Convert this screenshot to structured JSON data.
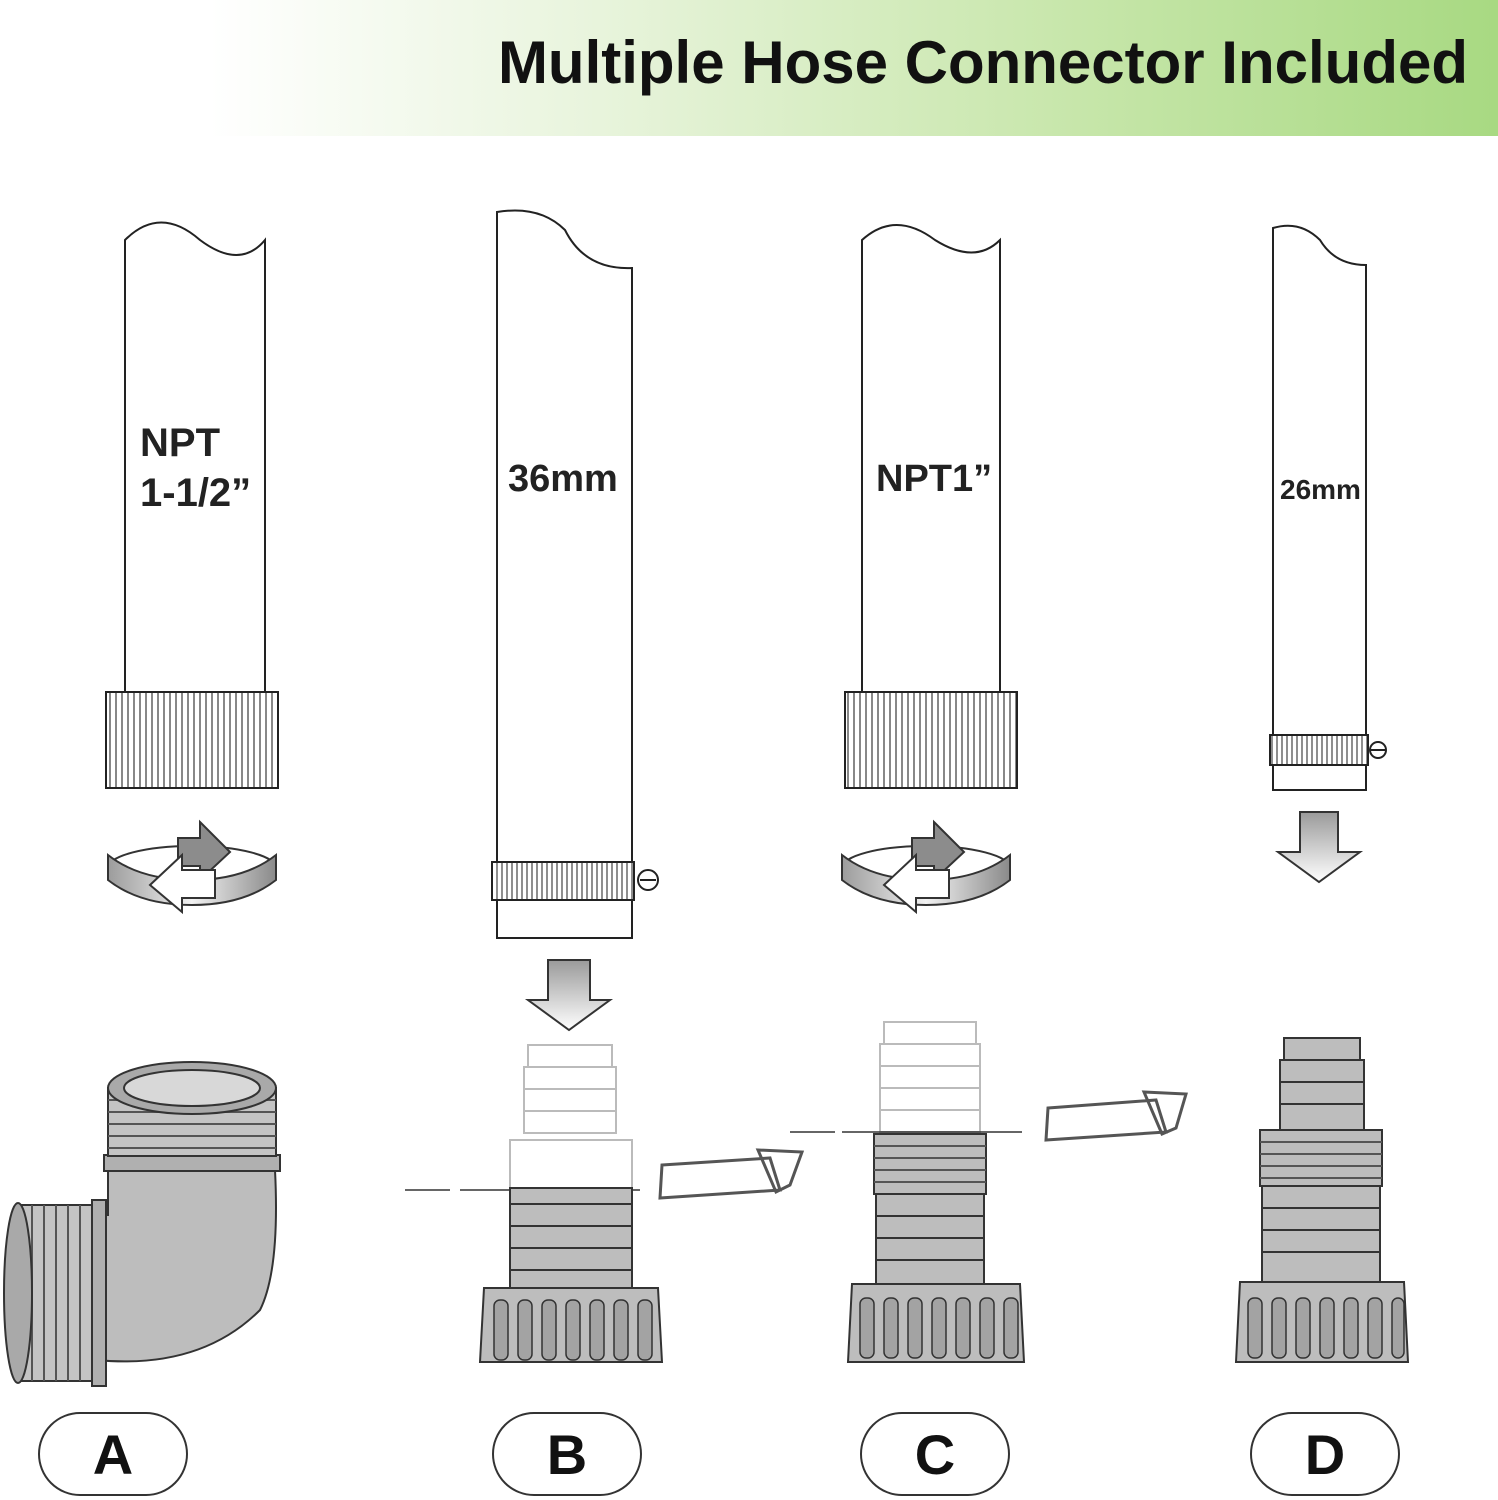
{
  "title": "Multiple Hose Connector Included",
  "hoses": [
    {
      "id": "A",
      "label_line1": "NPT",
      "label_line2": "1-1/2”",
      "fastening": "threaded-collar",
      "action": "rotate-icon"
    },
    {
      "id": "B",
      "label_line1": "36mm",
      "fastening": "hose-clamp",
      "action": "down-arrow-icon"
    },
    {
      "id": "C",
      "label_line1": "NPT1”",
      "fastening": "threaded-collar",
      "action": "rotate-icon"
    },
    {
      "id": "D",
      "label_line1": "26mm",
      "fastening": "hose-clamp",
      "action": "down-arrow-icon"
    }
  ],
  "parts": [
    {
      "badge": "A",
      "name": "elbow connector"
    },
    {
      "badge": "B",
      "name": "hose adapter, cut with saw"
    },
    {
      "badge": "C",
      "name": "hose adapter, cut with saw"
    },
    {
      "badge": "D",
      "name": "hose adapter"
    }
  ],
  "colors": {
    "banner_green": "#a8d982",
    "part_gray": "#bdbdbd",
    "outline": "#333333"
  }
}
